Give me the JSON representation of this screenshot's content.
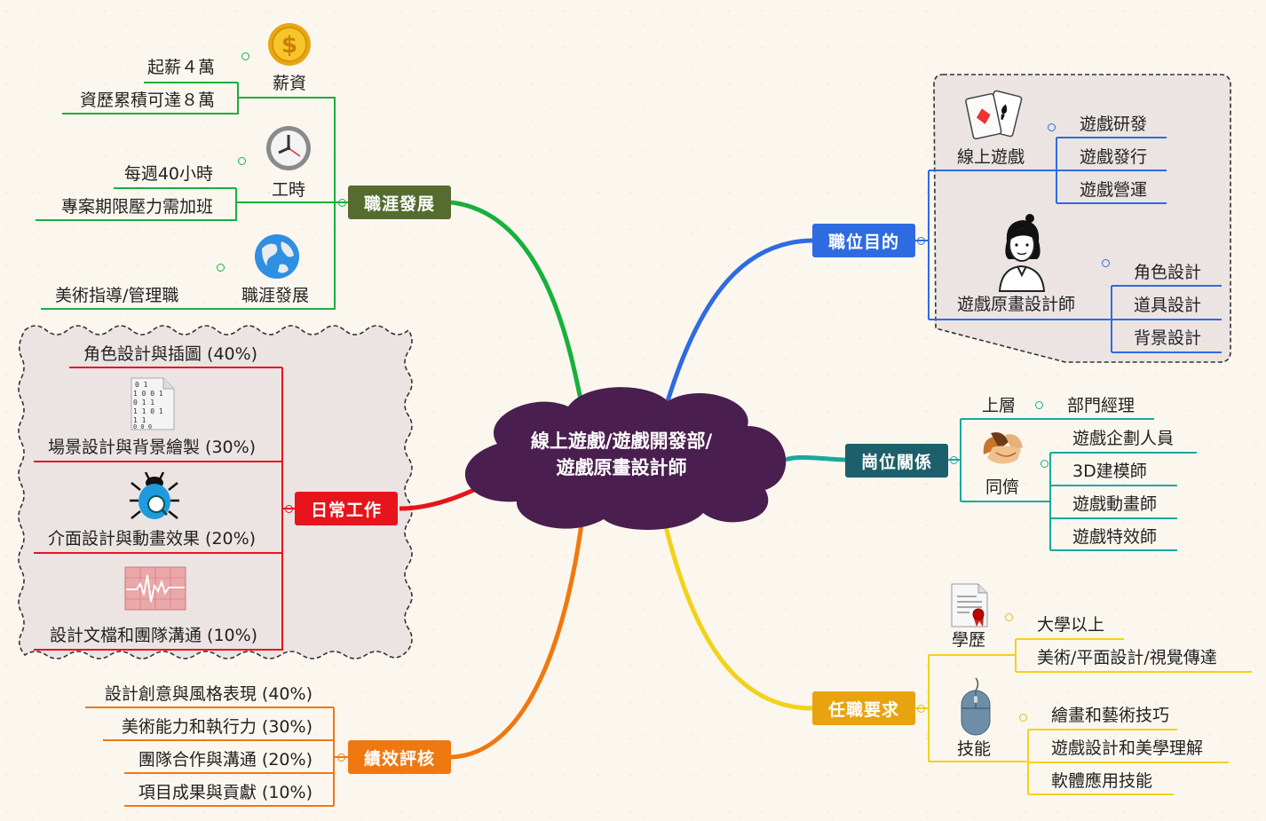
{
  "center": {
    "line1": "線上遊戲/遊戲開發部/",
    "line2": "遊戲原畫設計師"
  },
  "branches": {
    "career": {
      "label": "職涯發展",
      "color": "#556b2f",
      "line_color": "#18b03c",
      "salary": {
        "label": "薪資",
        "items": [
          "起薪４萬",
          "資歷累積可達８萬"
        ]
      },
      "hours": {
        "label": "工時",
        "items": [
          "每週40小時",
          "專案期限壓力需加班"
        ]
      },
      "path": {
        "label": "職涯發展",
        "items": [
          "美術指導/管理職"
        ]
      }
    },
    "daily": {
      "label": "日常工作",
      "color": "#e8141b",
      "items": [
        "角色設計與插圖 (40%)",
        "場景設計與背景繪製 (30%)",
        "介面設計與動畫效果 (20%)",
        "設計文檔和團隊溝通 (10%)"
      ]
    },
    "perf": {
      "label": "績效評核",
      "color": "#f07810",
      "items": [
        "設計創意與風格表現 (40%)",
        "美術能力和執行力 (30%)",
        "團隊合作與溝通 (20%)",
        "項目成果與貢獻 (10%)"
      ]
    },
    "purpose": {
      "label": "職位目的",
      "color": "#2f6be0",
      "game": {
        "label": "線上遊戲",
        "items": [
          "遊戲研發",
          "遊戲發行",
          "遊戲營運"
        ]
      },
      "designer": {
        "label": "遊戲原畫設計師",
        "items": [
          "角色設計",
          "道具設計",
          "背景設計"
        ]
      }
    },
    "relation": {
      "label": "崗位關係",
      "color": "#1d5f6b",
      "line_color": "#1aa89a",
      "upper": {
        "label": "上層",
        "items": [
          "部門經理"
        ]
      },
      "peers": {
        "label": "同儕",
        "items": [
          "遊戲企劃人員",
          "3D建模師",
          "遊戲動畫師",
          "遊戲特效師"
        ]
      }
    },
    "req": {
      "label": "任職要求",
      "color": "#e8a30f",
      "line_color": "#f2d21a",
      "edu": {
        "label": "學歷",
        "items": [
          "大學以上",
          "美術/平面設計/視覺傳達"
        ]
      },
      "skill": {
        "label": "技能",
        "items": [
          "繪畫和藝術技巧",
          "遊戲設計和美學理解",
          "軟體應用技能"
        ]
      }
    }
  },
  "icons": [
    "coin-icon",
    "clock-icon",
    "globe-icon",
    "binary-file-icon",
    "bug-icon",
    "heartbeat-icon",
    "cards-icon",
    "person-icon",
    "handshake-icon",
    "certificate-icon",
    "mouse-icon"
  ]
}
